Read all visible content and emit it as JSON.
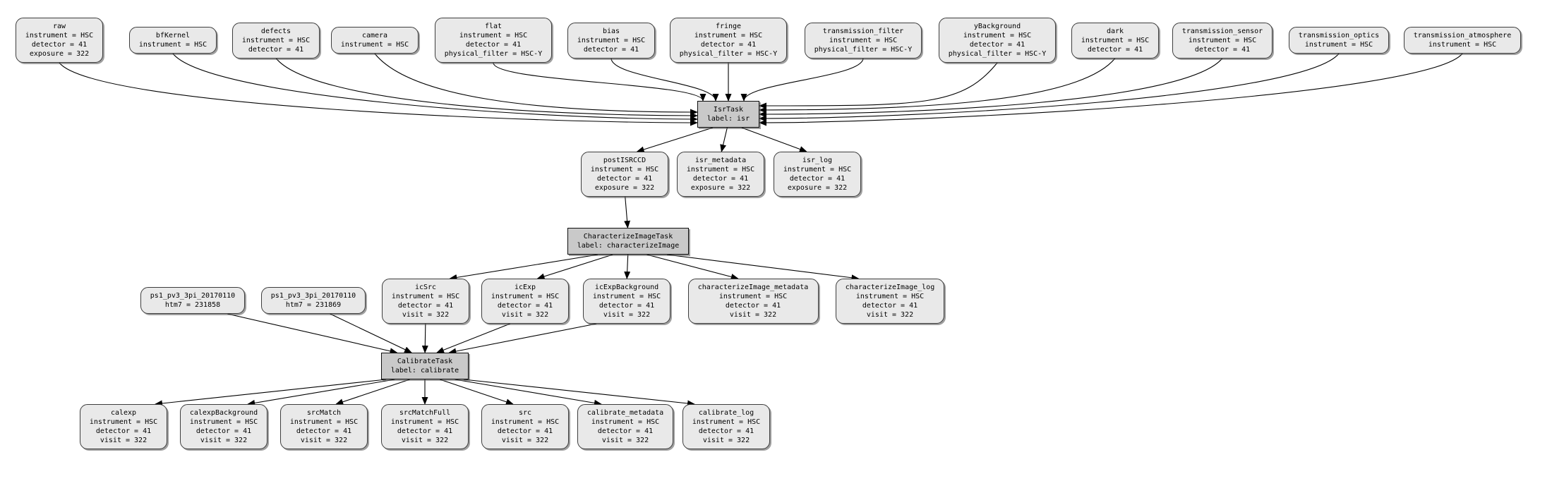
{
  "graph": {
    "background_color": "#ffffff",
    "dataset_fill": "#e9e9e9",
    "task_fill": "#c9c9c9",
    "edge_color": "#000000",
    "nodes": [
      {
        "id": "raw",
        "kind": "dataset",
        "lines": [
          "raw",
          "instrument = HSC",
          "detector = 41",
          "exposure = 322"
        ]
      },
      {
        "id": "bfKernel",
        "kind": "dataset",
        "lines": [
          "bfKernel",
          "instrument = HSC"
        ]
      },
      {
        "id": "defects",
        "kind": "dataset",
        "lines": [
          "defects",
          "instrument = HSC",
          "detector = 41"
        ]
      },
      {
        "id": "camera",
        "kind": "dataset",
        "lines": [
          "camera",
          "instrument = HSC"
        ]
      },
      {
        "id": "flat",
        "kind": "dataset",
        "lines": [
          "flat",
          "instrument = HSC",
          "detector = 41",
          "physical_filter = HSC-Y"
        ]
      },
      {
        "id": "bias",
        "kind": "dataset",
        "lines": [
          "bias",
          "instrument = HSC",
          "detector = 41"
        ]
      },
      {
        "id": "fringe",
        "kind": "dataset",
        "lines": [
          "fringe",
          "instrument = HSC",
          "detector = 41",
          "physical_filter = HSC-Y"
        ]
      },
      {
        "id": "transmission_filter",
        "kind": "dataset",
        "lines": [
          "transmission_filter",
          "instrument = HSC",
          "physical_filter = HSC-Y"
        ]
      },
      {
        "id": "yBackground",
        "kind": "dataset",
        "lines": [
          "yBackground",
          "instrument = HSC",
          "detector = 41",
          "physical_filter = HSC-Y"
        ]
      },
      {
        "id": "dark",
        "kind": "dataset",
        "lines": [
          "dark",
          "instrument = HSC",
          "detector = 41"
        ]
      },
      {
        "id": "transmission_sensor",
        "kind": "dataset",
        "lines": [
          "transmission_sensor",
          "instrument = HSC",
          "detector = 41"
        ]
      },
      {
        "id": "transmission_optics",
        "kind": "dataset",
        "lines": [
          "transmission_optics",
          "instrument = HSC"
        ]
      },
      {
        "id": "transmission_atmosphere",
        "kind": "dataset",
        "lines": [
          "transmission_atmosphere",
          "instrument = HSC"
        ]
      },
      {
        "id": "isr",
        "kind": "task",
        "lines": [
          "IsrTask",
          "label: isr"
        ]
      },
      {
        "id": "postISRCCD",
        "kind": "dataset",
        "lines": [
          "postISRCCD",
          "instrument = HSC",
          "detector = 41",
          "exposure = 322"
        ]
      },
      {
        "id": "isr_metadata",
        "kind": "dataset",
        "lines": [
          "isr_metadata",
          "instrument = HSC",
          "detector = 41",
          "exposure = 322"
        ]
      },
      {
        "id": "isr_log",
        "kind": "dataset",
        "lines": [
          "isr_log",
          "instrument = HSC",
          "detector = 41",
          "exposure = 322"
        ]
      },
      {
        "id": "characterizeImage",
        "kind": "task",
        "lines": [
          "CharacterizeImageTask",
          "label: characterizeImage"
        ]
      },
      {
        "id": "ps1_a",
        "kind": "dataset",
        "lines": [
          "ps1_pv3_3pi_20170110",
          "htm7 = 231858"
        ]
      },
      {
        "id": "ps1_b",
        "kind": "dataset",
        "lines": [
          "ps1_pv3_3pi_20170110",
          "htm7 = 231869"
        ]
      },
      {
        "id": "icSrc",
        "kind": "dataset",
        "lines": [
          "icSrc",
          "instrument = HSC",
          "detector = 41",
          "visit = 322"
        ]
      },
      {
        "id": "icExp",
        "kind": "dataset",
        "lines": [
          "icExp",
          "instrument = HSC",
          "detector = 41",
          "visit = 322"
        ]
      },
      {
        "id": "icExpBackground",
        "kind": "dataset",
        "lines": [
          "icExpBackground",
          "instrument = HSC",
          "detector = 41",
          "visit = 322"
        ]
      },
      {
        "id": "characterizeImage_metadata",
        "kind": "dataset",
        "lines": [
          "characterizeImage_metadata",
          "instrument = HSC",
          "detector = 41",
          "visit = 322"
        ]
      },
      {
        "id": "characterizeImage_log",
        "kind": "dataset",
        "lines": [
          "characterizeImage_log",
          "instrument = HSC",
          "detector = 41",
          "visit = 322"
        ]
      },
      {
        "id": "calibrate",
        "kind": "task",
        "lines": [
          "CalibrateTask",
          "label: calibrate"
        ]
      },
      {
        "id": "calexp",
        "kind": "dataset",
        "lines": [
          "calexp",
          "instrument = HSC",
          "detector = 41",
          "visit = 322"
        ]
      },
      {
        "id": "calexpBackground",
        "kind": "dataset",
        "lines": [
          "calexpBackground",
          "instrument = HSC",
          "detector = 41",
          "visit = 322"
        ]
      },
      {
        "id": "srcMatch",
        "kind": "dataset",
        "lines": [
          "srcMatch",
          "instrument = HSC",
          "detector = 41",
          "visit = 322"
        ]
      },
      {
        "id": "srcMatchFull",
        "kind": "dataset",
        "lines": [
          "srcMatchFull",
          "instrument = HSC",
          "detector = 41",
          "visit = 322"
        ]
      },
      {
        "id": "src",
        "kind": "dataset",
        "lines": [
          "src",
          "instrument = HSC",
          "detector = 41",
          "visit = 322"
        ]
      },
      {
        "id": "calibrate_metadata",
        "kind": "dataset",
        "lines": [
          "calibrate_metadata",
          "instrument = HSC",
          "detector = 41",
          "visit = 322"
        ]
      },
      {
        "id": "calibrate_log",
        "kind": "dataset",
        "lines": [
          "calibrate_log",
          "instrument = HSC",
          "detector = 41",
          "visit = 322"
        ]
      }
    ],
    "edges": [
      {
        "from": "raw",
        "to": "isr"
      },
      {
        "from": "bfKernel",
        "to": "isr"
      },
      {
        "from": "defects",
        "to": "isr"
      },
      {
        "from": "camera",
        "to": "isr"
      },
      {
        "from": "flat",
        "to": "isr"
      },
      {
        "from": "bias",
        "to": "isr"
      },
      {
        "from": "fringe",
        "to": "isr"
      },
      {
        "from": "transmission_filter",
        "to": "isr"
      },
      {
        "from": "yBackground",
        "to": "isr"
      },
      {
        "from": "dark",
        "to": "isr"
      },
      {
        "from": "transmission_sensor",
        "to": "isr"
      },
      {
        "from": "transmission_optics",
        "to": "isr"
      },
      {
        "from": "transmission_atmosphere",
        "to": "isr"
      },
      {
        "from": "isr",
        "to": "postISRCCD"
      },
      {
        "from": "isr",
        "to": "isr_metadata"
      },
      {
        "from": "isr",
        "to": "isr_log"
      },
      {
        "from": "postISRCCD",
        "to": "characterizeImage"
      },
      {
        "from": "characterizeImage",
        "to": "icSrc"
      },
      {
        "from": "characterizeImage",
        "to": "icExp"
      },
      {
        "from": "characterizeImage",
        "to": "icExpBackground"
      },
      {
        "from": "characterizeImage",
        "to": "characterizeImage_metadata"
      },
      {
        "from": "characterizeImage",
        "to": "characterizeImage_log"
      },
      {
        "from": "ps1_a",
        "to": "calibrate"
      },
      {
        "from": "ps1_b",
        "to": "calibrate"
      },
      {
        "from": "icSrc",
        "to": "calibrate"
      },
      {
        "from": "icExp",
        "to": "calibrate"
      },
      {
        "from": "icExpBackground",
        "to": "calibrate"
      },
      {
        "from": "calibrate",
        "to": "calexp"
      },
      {
        "from": "calibrate",
        "to": "calexpBackground"
      },
      {
        "from": "calibrate",
        "to": "srcMatch"
      },
      {
        "from": "calibrate",
        "to": "srcMatchFull"
      },
      {
        "from": "calibrate",
        "to": "src"
      },
      {
        "from": "calibrate",
        "to": "calibrate_metadata"
      },
      {
        "from": "calibrate",
        "to": "calibrate_log"
      }
    ]
  }
}
